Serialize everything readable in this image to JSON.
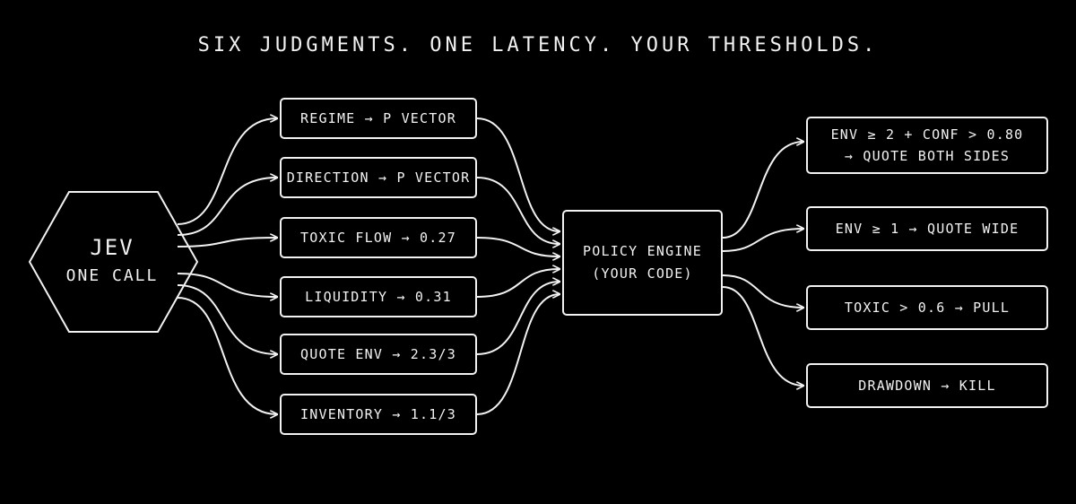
{
  "title": "SIX JUDGMENTS. ONE LATENCY. YOUR THRESHOLDS.",
  "source_node": {
    "name": "JEV",
    "subtitle": "ONE CALL"
  },
  "signals": [
    {
      "label": "REGIME → P VECTOR"
    },
    {
      "label": "DIRECTION → P VECTOR"
    },
    {
      "label": "TOXIC FLOW → 0.27"
    },
    {
      "label": "LIQUIDITY → 0.31"
    },
    {
      "label": "QUOTE ENV → 2.3/3"
    },
    {
      "label": "INVENTORY → 1.1/3"
    }
  ],
  "policy_engine": {
    "line1": "POLICY ENGINE",
    "line2": "(YOUR CODE)"
  },
  "rules": [
    {
      "line1": "ENV ≥ 2 + CONF > 0.80",
      "line2": "→ QUOTE BOTH SIDES"
    },
    {
      "line1": "ENV ≥ 1 → QUOTE WIDE",
      "line2": ""
    },
    {
      "line1": "TOXIC > 0.6 → PULL",
      "line2": ""
    },
    {
      "line1": "DRAWDOWN → KILL",
      "line2": ""
    }
  ],
  "colors": {
    "background": "#000000",
    "stroke": "#f2f2f2"
  }
}
